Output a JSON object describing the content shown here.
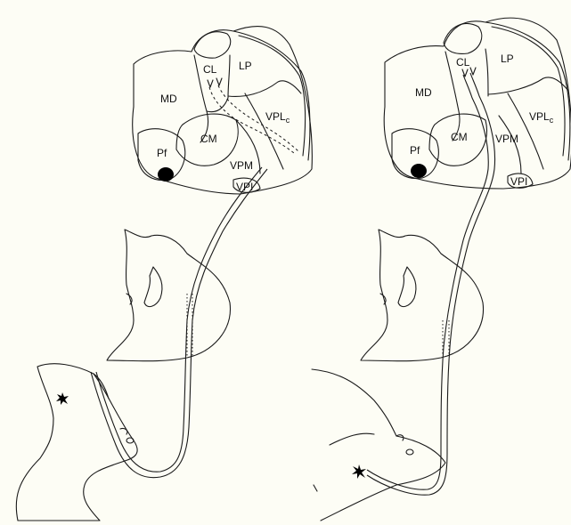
{
  "panels": [
    {
      "labels": {
        "cl": "CL",
        "lp": "LP",
        "md": "MD",
        "vplc": "VPL",
        "vplc_sub": "c",
        "cm": "CM",
        "pf": "Pf",
        "vpm": "VPM",
        "vpi": "VPI"
      }
    },
    {
      "labels": {
        "cl": "CL",
        "lp": "LP",
        "md": "MD",
        "vplc": "VPL",
        "vplc_sub": "c",
        "cm": "CM",
        "pf": "Pf",
        "vpm": "VPM",
        "vpi": "VPI"
      }
    }
  ],
  "colors": {
    "line": "#1a1a1a",
    "background": "#fdfdf5",
    "lesion": "#000000"
  }
}
